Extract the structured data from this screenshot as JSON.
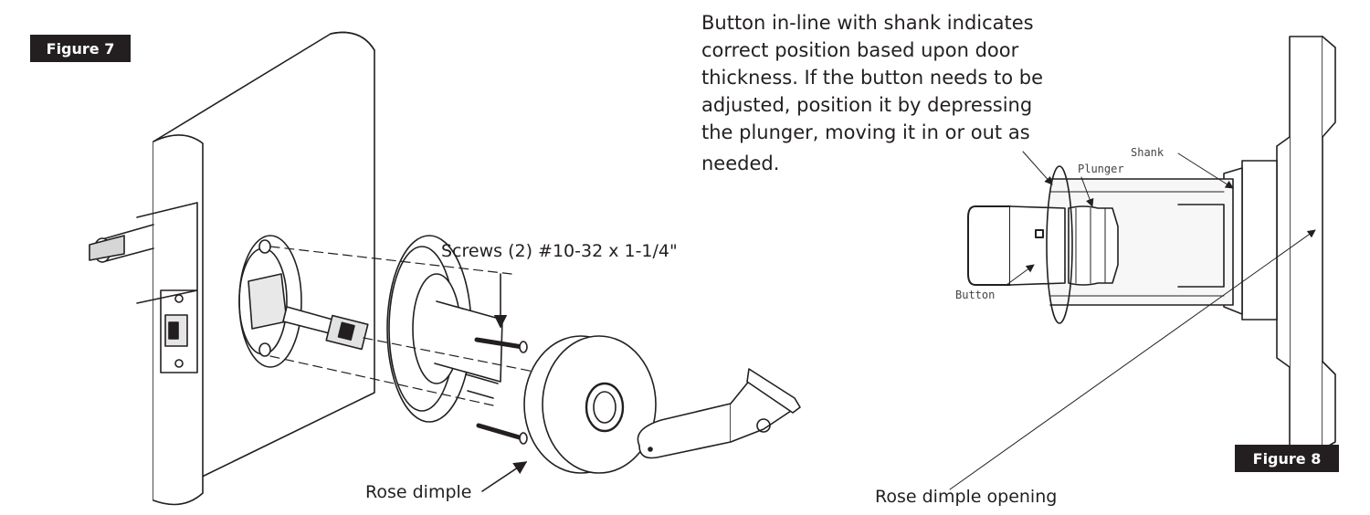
{
  "figure7": {
    "badge": "Figure 7",
    "callouts": {
      "screws": "Screws (2) #10-32 x 1-1/4\"",
      "rose_dimple": "Rose dimple"
    }
  },
  "figure8": {
    "badge": "Figure 8",
    "instruction_lines": [
      "Button in-line with shank indicates",
      "correct position based upon door",
      "thickness. If the button needs to be",
      "adjusted, position it by depressing",
      "the plunger, moving it in or out as",
      "needed."
    ],
    "callouts": {
      "shank": "Shank",
      "plunger": "Plunger",
      "button": "Button",
      "rose_dimple_opening": "Rose dimple opening"
    }
  }
}
